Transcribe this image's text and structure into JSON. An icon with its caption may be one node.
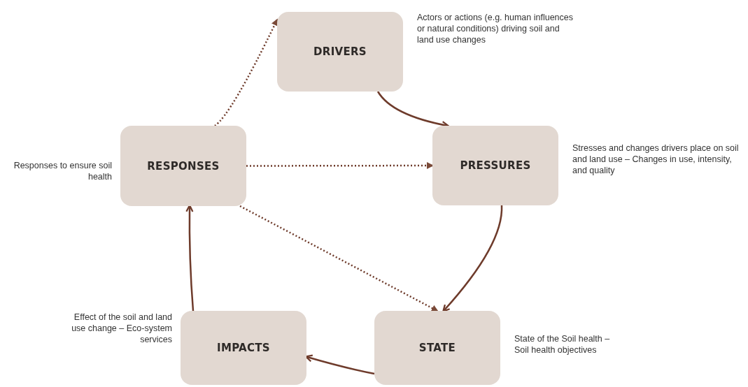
{
  "diagram": {
    "nodes": [
      {
        "text": [
          "DRIVERS"
        ],
        "beside": [
          "Actors or actions (e.g. human influences or natural conditions) driving soil and land use changes"
        ]
      },
      {
        "text": [
          "PRESSURES"
        ],
        "beside": [
          "Stresses and changes drivers place on soil and land use – Changes in use, intensity, and quality"
        ]
      },
      {
        "text": [
          "STATE"
        ],
        "beside": [
          "State of the Soil health – Soil health objectives"
        ]
      },
      {
        "text": [
          "IMPACTS"
        ],
        "beside": [
          "Effect of the soil and land use change – Eco-system services"
        ]
      },
      {
        "text": [
          "RESPONSES"
        ],
        "beside": [
          "Responses to ensure soil health"
        ]
      }
    ],
    "edges": [
      {
        "from": 0,
        "to": 1,
        "arrow": "to"
      },
      {
        "from": 1,
        "to": 2,
        "arrow": "to"
      },
      {
        "from": 2,
        "to": 3,
        "arrow": "to"
      },
      {
        "from": 3,
        "to": 4,
        "arrow": "to"
      },
      {
        "from": 4,
        "to": 0,
        "arrow": "to",
        "style": "dashed"
      },
      {
        "from": 4,
        "to": 1,
        "arrow": "to",
        "style": "dashed"
      },
      {
        "from": 4,
        "to": 2,
        "arrow": "to",
        "style": "dashed"
      }
    ]
  }
}
